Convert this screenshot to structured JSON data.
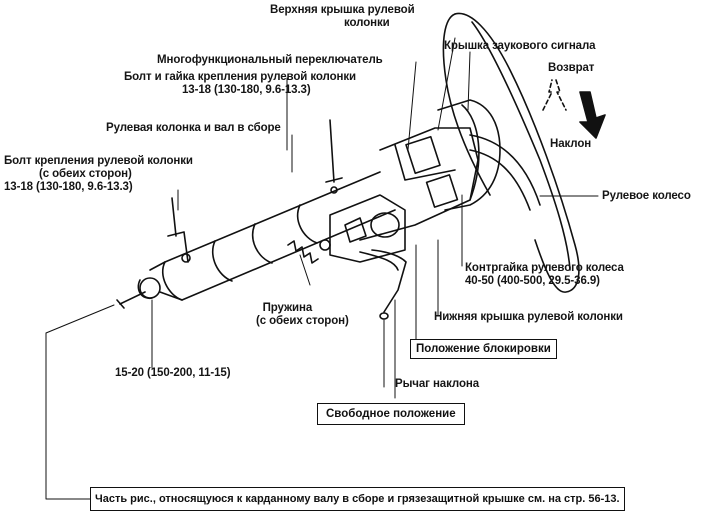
{
  "labels": {
    "upper_cover_line1": "Верхняя крышка рулевой",
    "upper_cover_line2": "колонки",
    "multifunction_switch": "Многофункциональный переключатель",
    "horn_cover": "Крышка заукового сигнала",
    "column_bolt_nut": "Болт и гайка крепления рулевой колонки",
    "column_bolt_nut_torque": "13-18 (130-180, 9.6-13.3)",
    "return": "Возврат",
    "column_shaft_assy": "Рулевая колонка и вал в сборе",
    "tilt": "Наклон",
    "mount_bolt_line1": "Болт крепления рулевой колонки",
    "mount_bolt_line2": "(с обеих сторон)",
    "mount_bolt_torque": "13-18 (130-180, 9.6-13.3)",
    "steering_wheel": "Рулевое колесо",
    "wheel_locknut": "Контргайка рулевого колеса",
    "wheel_locknut_torque": "40-50 (400-500, 29.5-36.9)",
    "spring_line1": "Пружина",
    "spring_line2": "(с обеих сторон)",
    "lower_cover": "Нижняя крышка рулевой колонки",
    "lock_position": "Положение блокировки",
    "joint_torque": "15-20 (150-200, 11-15)",
    "tilt_lever": "Рычаг наклона",
    "free_position": "Свободное положение",
    "footnote": "Часть рис., относящуюся к карданному валу в сборе и грязезащитной крышке см. на стр. 56-13."
  }
}
